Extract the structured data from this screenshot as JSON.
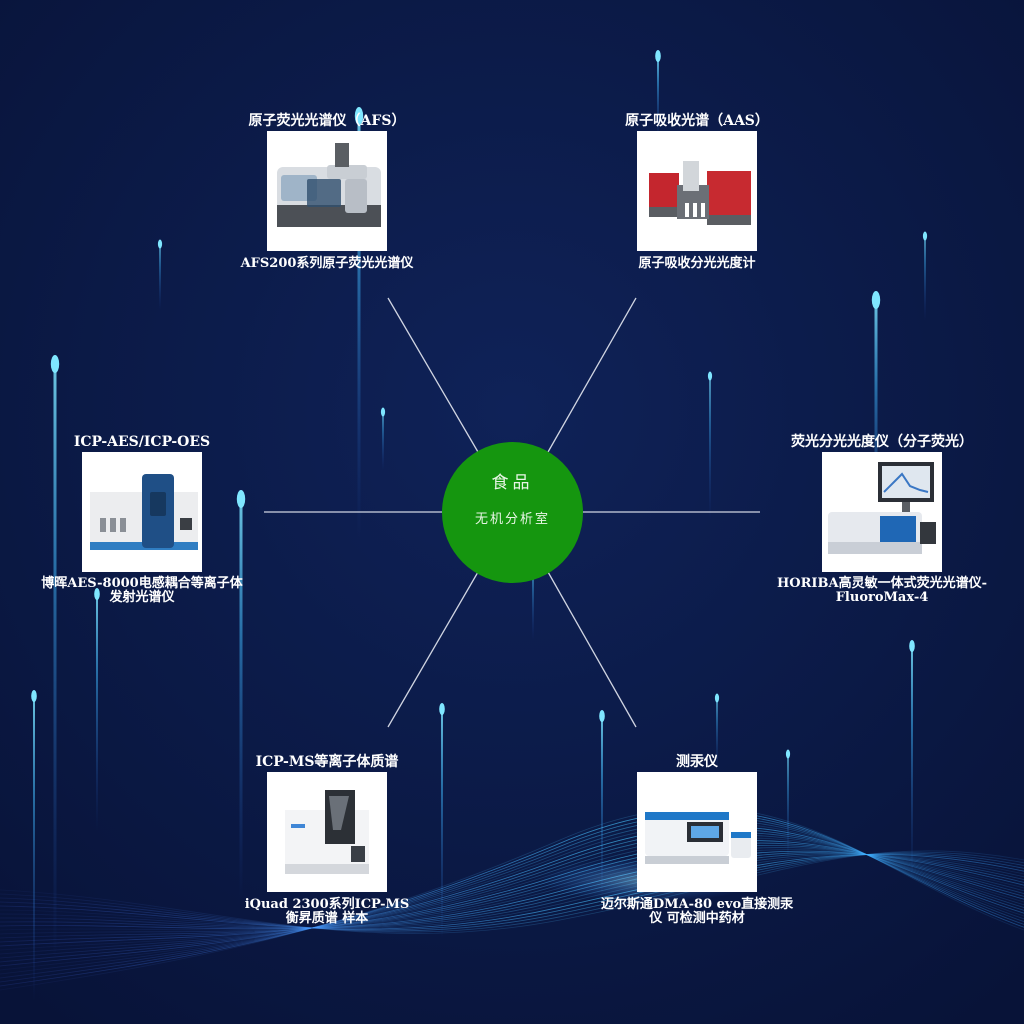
{
  "colors": {
    "background": "#0c1a4a",
    "hub_fill": "#15960f",
    "spoke_line": "#e6e9f2",
    "text": "#ffffff",
    "glow_cyan": "#38c8f0"
  },
  "hub": {
    "title": "食品",
    "subtitle": "无机分析室"
  },
  "nodes": [
    {
      "title": "原子荧光光谱仪（AFS）",
      "caption_lines": [
        "AFS200系列原子荧光光谱仪"
      ],
      "image": "afs-instrument-photo"
    },
    {
      "title": "原子吸收光谱（AAS）",
      "caption_lines": [
        "原子吸收分光光度计"
      ],
      "image": "aas-instrument-photo"
    },
    {
      "title": "ICP-AES/ICP-OES",
      "caption_lines": [
        "博晖AES-8000电感耦合等离子体",
        "发射光谱仪"
      ],
      "image": "icp-oes-instrument-photo"
    },
    {
      "title": "荧光分光光度仪（分子荧光）",
      "caption_lines": [
        "HORIBA高灵敏一体式荧光光谱仪-",
        "FluoroMax-4"
      ],
      "image": "fluorometer-instrument-photo"
    },
    {
      "title": "ICP-MS等离子体质谱",
      "caption_lines": [
        "iQuad 2300系列ICP-MS",
        "衡昇质谱 样本"
      ],
      "image": "icp-ms-instrument-photo"
    },
    {
      "title": "测汞仪",
      "caption_lines": [
        "迈尔斯通DMA-80 evo直接测汞",
        "仪 可检测中药材"
      ],
      "image": "mercury-analyzer-photo"
    }
  ]
}
